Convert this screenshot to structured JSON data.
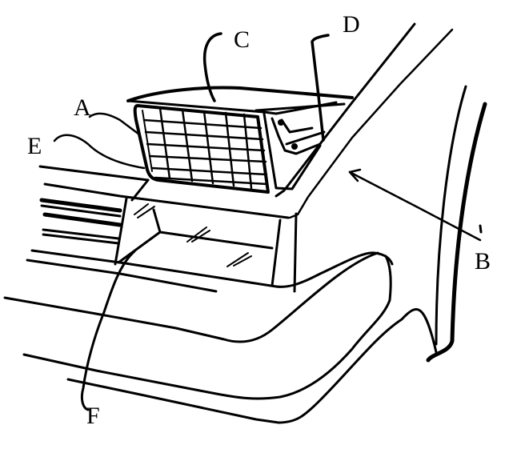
{
  "figure": {
    "type": "patent line drawing",
    "subject": "vehicle front corner with headlamp assembly",
    "stroke_color": "#000000",
    "background_color": "#ffffff"
  },
  "labels": {
    "A": "A",
    "B": "B",
    "C": "C",
    "D": "D",
    "E": "E",
    "F": "F"
  }
}
